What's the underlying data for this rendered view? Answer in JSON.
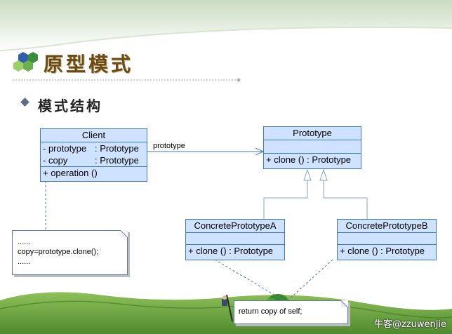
{
  "slide": {
    "title": "原型模式",
    "section": "模式结构"
  },
  "diagram": {
    "client": {
      "name": "Client",
      "attributes": [
        {
          "left": "- prototype",
          "right": ": Prototype"
        },
        {
          "left": "- copy",
          "right": ": Prototype"
        }
      ],
      "operations": [
        "+ operation ()"
      ]
    },
    "prototype": {
      "name": "Prototype",
      "operations": [
        "+ clone () : Prototype"
      ]
    },
    "concrete_a": {
      "name": "ConcretePrototypeA",
      "operations": [
        "+ clone () : Prototype"
      ]
    },
    "concrete_b": {
      "name": "ConcretePrototypeB",
      "operations": [
        "+ clone () : Prototype"
      ]
    },
    "association_label": "prototype",
    "client_note": [
      "......",
      "copy=prototype.clone();",
      "......"
    ],
    "clone_note": [
      "return copy of self;"
    ]
  },
  "watermark": "牛客@zzuwenjie",
  "colors": {
    "class_fill": "#cfe2ff",
    "class_border": "#3f78c2",
    "connector": "#3f78c2",
    "generalization": "#8aa4c2",
    "title_text": "#6b4a14",
    "grass": "#5e9e38"
  }
}
